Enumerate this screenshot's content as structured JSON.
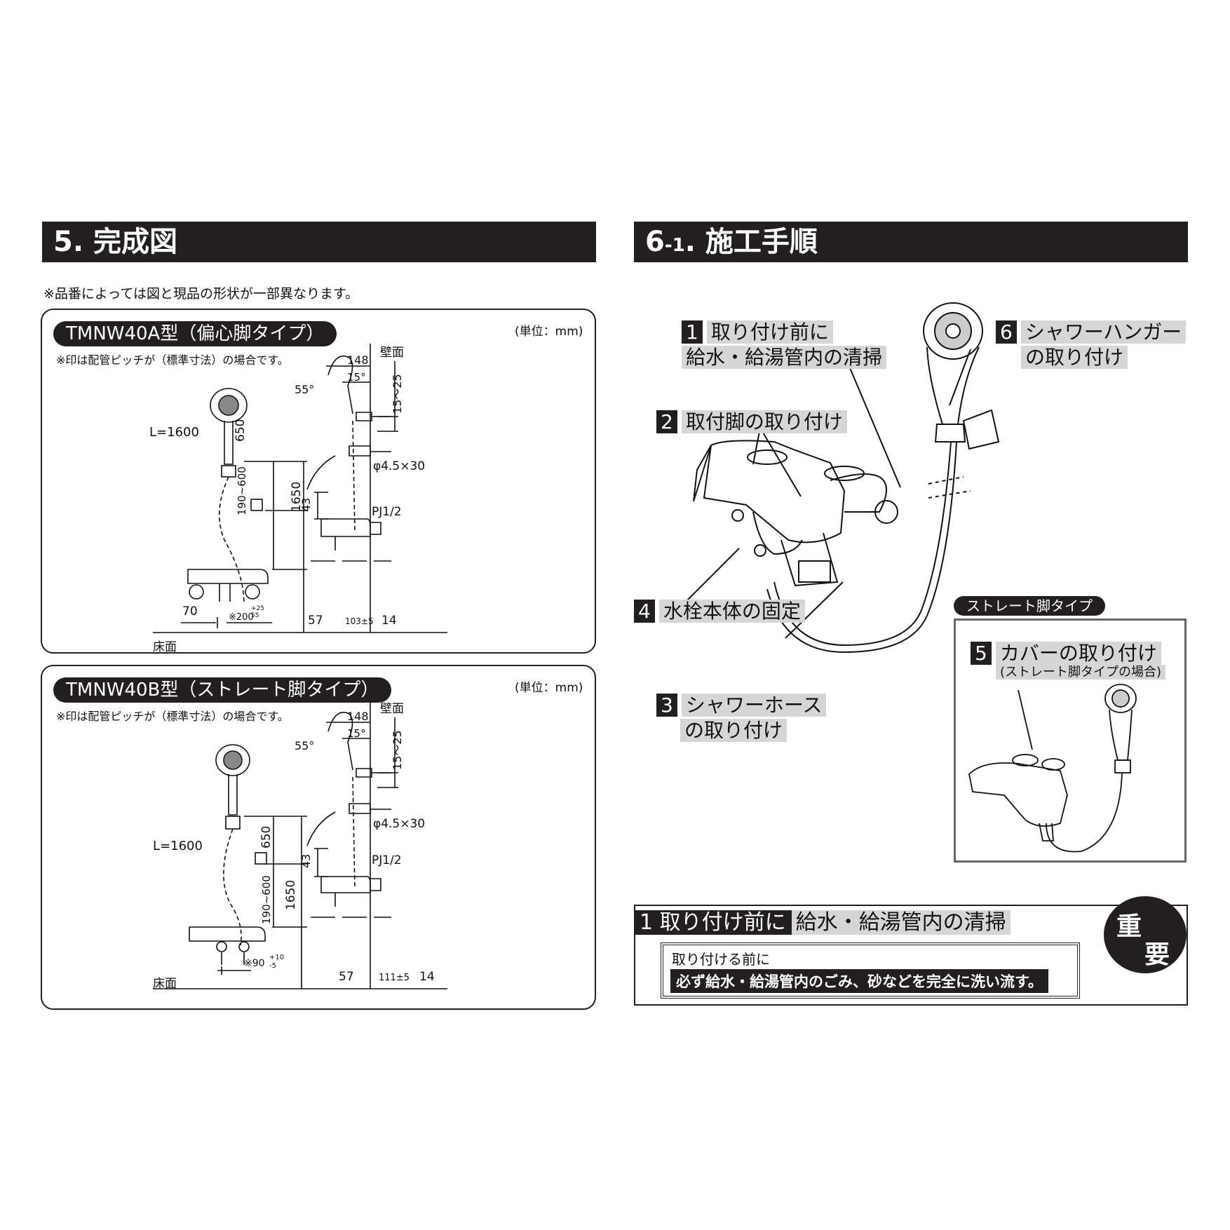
{
  "sec5": {
    "title": "5. 完成図",
    "note": "※品番によっては図と現品の形状が一部異なります。",
    "panelA": {
      "model": "TMNW40A型（偏心脚タイプ）",
      "unit": "(単位：mm)",
      "note": "※印は配管ピッチが（標準寸法）の場合です。",
      "dims": {
        "wall": "壁面",
        "floor": "床面",
        "hose": "L=1600",
        "d650": "650",
        "d190": "190~600",
        "d1650": "1650",
        "d70": "70",
        "pitch": "※200",
        "pitch_tol_up": "+25",
        "pitch_tol_dn": "55",
        "d148": "148",
        "d15": "15°",
        "d55": "55°",
        "d1525": "15～25",
        "screw": "φ4.5×30",
        "d43": "43",
        "pj": "PJ1/2",
        "d57": "57",
        "d103": "103±5",
        "d14": "14"
      }
    },
    "panelB": {
      "model": "TMNW40B型（ストレート脚タイプ）",
      "unit": "(単位：mm)",
      "note": "※印は配管ピッチが（標準寸法）の場合です。",
      "dims": {
        "wall": "壁面",
        "floor": "床面",
        "hose": "L=1600",
        "d650": "650",
        "d190": "190~600",
        "d1650": "1650",
        "pitch": "※90",
        "pitch_tol_up": "+10",
        "pitch_tol_dn": "-5",
        "d148": "148",
        "d15": "15°",
        "d55": "55°",
        "d1525": "15～25",
        "screw": "φ4.5×30",
        "d43": "43",
        "pj": "PJ1/2",
        "d57": "57",
        "d111": "111±5",
        "d14": "14"
      }
    }
  },
  "sec6": {
    "title_main": "6",
    "title_sub": "-1",
    "title_rest": ". 施工手順",
    "steps": [
      {
        "num": "1",
        "line1": "取り付け前に",
        "line2": "給水・給湯管内の清掃"
      },
      {
        "num": "2",
        "line1": "取付脚の取り付け"
      },
      {
        "num": "3",
        "line1": "シャワーホース",
        "line2": "の取り付け"
      },
      {
        "num": "4",
        "line1": "水栓本体の固定"
      },
      {
        "num": "5",
        "line1": "カバーの取り付け",
        "line2": "(ストレート脚タイプの場合)"
      },
      {
        "num": "6",
        "line1": "シャワーハンガー",
        "line2": "の取り付け"
      }
    ],
    "straight_tag": "ストレート脚タイプ",
    "important": {
      "num": "1",
      "head1": "取り付け前に",
      "head2": "給水・給湯管内の清掃",
      "badge1": "重",
      "badge2": "要",
      "text1": "取り付ける前に",
      "text2": "必ず給水・給湯管内のごみ、砂などを完全に洗い流す。"
    }
  }
}
